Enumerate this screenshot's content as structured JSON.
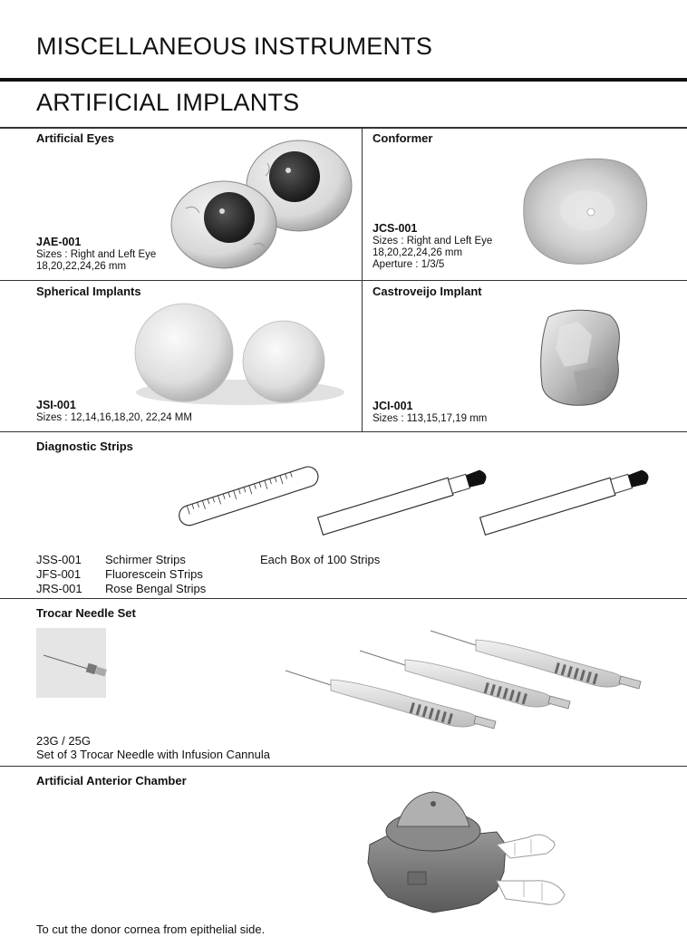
{
  "page_title": "MISCELLANEOUS INSTRUMENTS",
  "section_title": "ARTIFICIAL IMPLANTS",
  "artificial_eyes": {
    "title": "Artificial Eyes",
    "code": "JAE-001",
    "line1": "Sizes : Right and Left Eye",
    "line2": "18,20,22,24,26 mm"
  },
  "conformer": {
    "title": "Conformer",
    "code": "JCS-001",
    "line1": "Sizes : Right and Left Eye",
    "line2": "18,20,22,24,26 mm",
    "line3": "Aperture : 1/3/5"
  },
  "spherical": {
    "title": "Spherical Implants",
    "code": "JSI-001",
    "line1": "Sizes : 12,14,16,18,20, 22,24 MM"
  },
  "castroveijo": {
    "title": "Castroveijo Implant",
    "code": "JCI-001",
    "line1": "Sizes : 113,15,17,19 mm"
  },
  "diagnostic": {
    "title": "Diagnostic Strips",
    "note": "Each Box of 100 Strips",
    "items": [
      {
        "code": "JSS-001",
        "name": "Schirmer Strips"
      },
      {
        "code": "JFS-001",
        "name": "Fluorescein STrips"
      },
      {
        "code": "JRS-001",
        "name": "Rose Bengal Strips"
      }
    ]
  },
  "trocar": {
    "title": "Trocar Needle Set",
    "line1": "23G / 25G",
    "line2": "Set of 3 Trocar Needle with Infusion Cannula"
  },
  "chamber": {
    "title": "Artificial Anterior Chamber",
    "line1": "To cut the donor cornea from epithelial side."
  }
}
